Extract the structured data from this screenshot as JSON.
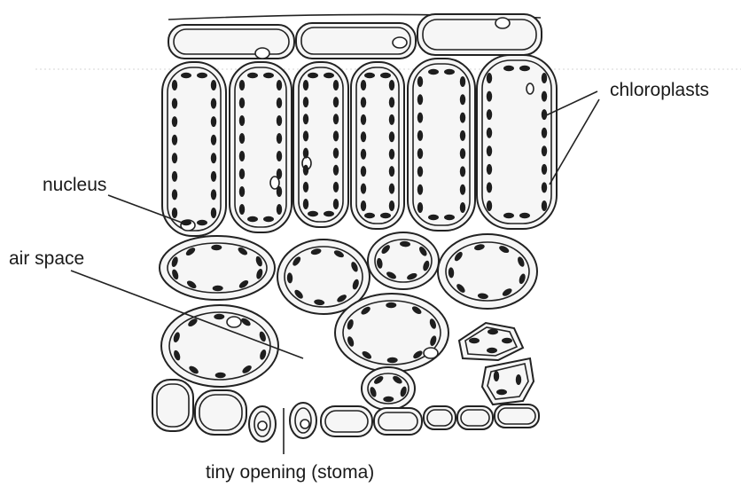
{
  "labels": {
    "chloroplasts": "chloroplasts",
    "nucleus": "nucleus",
    "air_space": "air space",
    "stoma": "tiny opening (stoma)"
  }
}
